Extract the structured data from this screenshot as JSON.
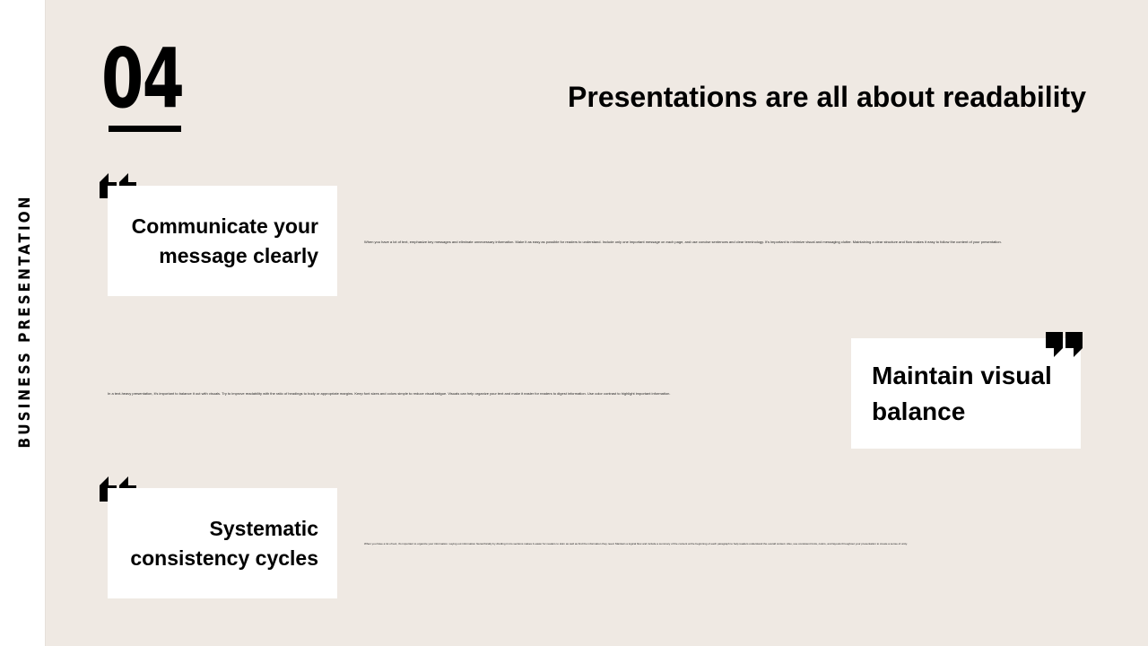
{
  "sidebar": {
    "label": "BUSINESS PRESENTATION"
  },
  "header": {
    "number": "04",
    "title": "Presentations are all about readability"
  },
  "sections": [
    {
      "heading": "Communicate your message clearly",
      "body": "When you have a lot of text, emphasize key messages and eliminate unnecessary information. Make it as easy as possible for readers to understand. Include only one important message on each page, and use concise sentences and clear terminology. It's important to minimize visual and messaging clutter. Maintaining a clear structure and flow makes it easy to follow the content of your presentation."
    },
    {
      "heading": "Maintain visual balance",
      "body": "In a text-heavy presentation, it's important to balance it out with visuals. Try to improve readability with the ratio of headings to body or appropriate margins. Keep font sizes and colors simple to reduce visual fatigue. Visuals can help organize your text and make it easier for readers to digest information. Use color contrast to highlight important information."
    },
    {
      "heading": "Systematic consistency cycles",
      "body": "When you have a lot of text, it's important to organize your information. Laying out information hierarchically by dividing it into sections makes it easier for readers to skim as well as find the information they need. Maintain a logical flow and include a summary of the content at the beginning of each paragraph to help readers understand the overall context. Also, use consistent fonts, colors, and layouts throughout your presentation to create a sense of unity."
    }
  ]
}
